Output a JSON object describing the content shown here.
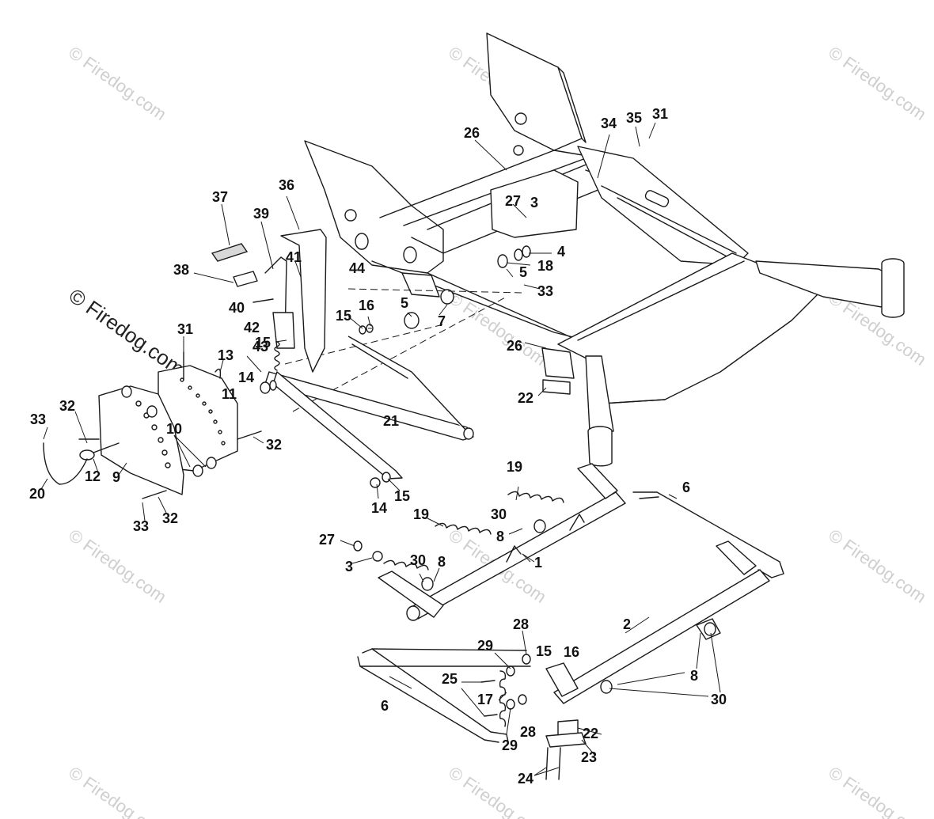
{
  "watermark": {
    "text": "© Firedog.com",
    "color": "#cfcfcf",
    "strong_color": "#222222"
  },
  "callouts": [
    "1",
    "2",
    "3",
    "3",
    "4",
    "5",
    "5",
    "5",
    "6",
    "6",
    "7",
    "8",
    "8",
    "8",
    "9",
    "10",
    "11",
    "12",
    "13",
    "14",
    "14",
    "15",
    "15",
    "15",
    "15",
    "16",
    "16",
    "17",
    "18",
    "19",
    "19",
    "20",
    "21",
    "22",
    "22",
    "23",
    "24",
    "25",
    "26",
    "26",
    "27",
    "27",
    "28",
    "28",
    "29",
    "29",
    "30",
    "30",
    "30",
    "30",
    "31",
    "31",
    "32",
    "32",
    "32",
    "33",
    "33",
    "33",
    "34",
    "35",
    "36",
    "37",
    "38",
    "39",
    "40",
    "41",
    "42",
    "43",
    "44"
  ]
}
